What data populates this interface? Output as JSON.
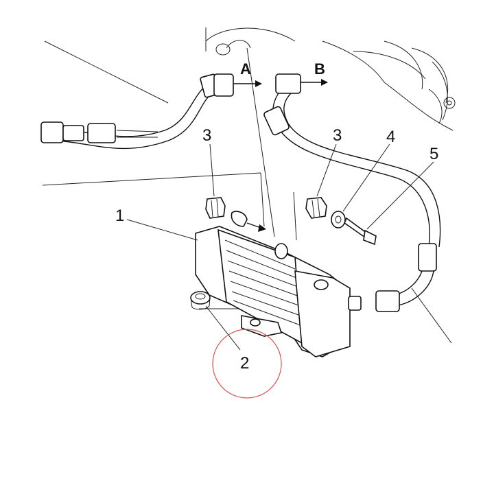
{
  "diagram": {
    "flow_labels": {
      "a": "A",
      "b": "B"
    },
    "callouts": {
      "c1": "1",
      "c2": "2",
      "c3a": "3",
      "c3b": "3",
      "c4": "4",
      "c5": "5"
    },
    "highlight_color": "#d9534f"
  }
}
